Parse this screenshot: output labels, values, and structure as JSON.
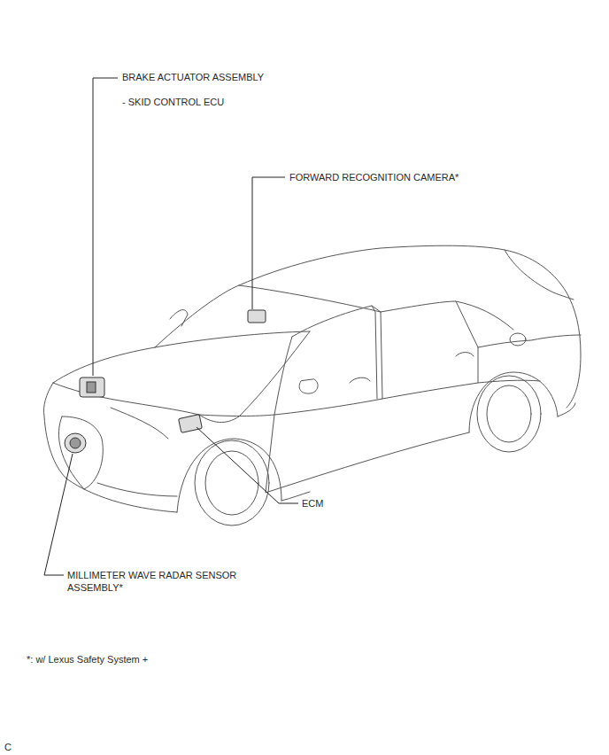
{
  "diagram": {
    "labels": [
      "BRAKE ACTUATOR ASSEMBLY",
      "- SKID CONTROL ECU",
      "FORWARD RECOGNITION CAMERA*",
      "ECM",
      "MILLIMETER WAVE RADAR SENSOR ASSEMBLY*",
      "*: w/ Lexus Safety System +",
      "C"
    ]
  }
}
